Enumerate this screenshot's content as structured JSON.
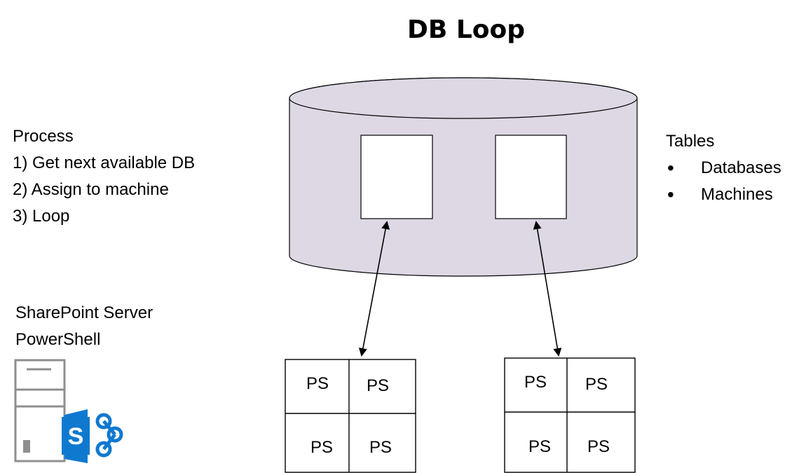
{
  "title": "DB Loop",
  "process": {
    "heading": "Process",
    "steps": [
      "1) Get next available DB",
      "2) Assign to machine",
      "3) Loop"
    ]
  },
  "tables": {
    "heading": "Tables",
    "items": [
      "Databases",
      "Machines"
    ]
  },
  "server": {
    "line1": "SharePoint Server",
    "line2": "PowerShell",
    "logo_letter": "S"
  },
  "ps_groups": [
    {
      "cells": [
        "PS",
        "PS",
        "PS",
        "PS"
      ]
    },
    {
      "cells": [
        "PS",
        "PS",
        "PS",
        "PS"
      ]
    }
  ],
  "colors": {
    "cylinder_fill": "#ddd8e4",
    "sharepoint_blue": "#0f79d0",
    "server_gray": "#8f8f8f"
  },
  "icons": [
    "server-icon",
    "sharepoint-logo-icon"
  ]
}
